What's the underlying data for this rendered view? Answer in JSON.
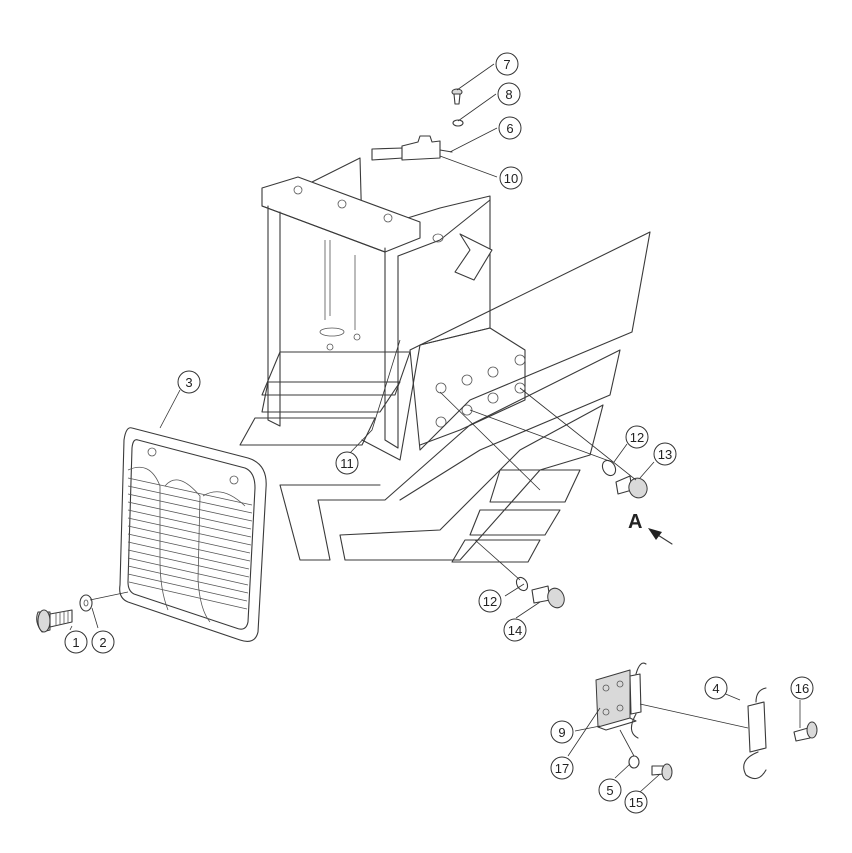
{
  "callouts": [
    {
      "id": "c7",
      "label": "7"
    },
    {
      "id": "c8",
      "label": "8"
    },
    {
      "id": "c6",
      "label": "6"
    },
    {
      "id": "c10",
      "label": "10"
    },
    {
      "id": "c3",
      "label": "3"
    },
    {
      "id": "c11",
      "label": "11"
    },
    {
      "id": "c12a",
      "label": "12"
    },
    {
      "id": "c13",
      "label": "13"
    },
    {
      "id": "c12b",
      "label": "12"
    },
    {
      "id": "c14",
      "label": "14"
    },
    {
      "id": "c1",
      "label": "1"
    },
    {
      "id": "c2",
      "label": "2"
    },
    {
      "id": "c4",
      "label": "4"
    },
    {
      "id": "c16",
      "label": "16"
    },
    {
      "id": "c9",
      "label": "9"
    },
    {
      "id": "c17",
      "label": "17"
    },
    {
      "id": "c5",
      "label": "5"
    },
    {
      "id": "c15",
      "label": "15"
    }
  ],
  "view_marker": "A"
}
